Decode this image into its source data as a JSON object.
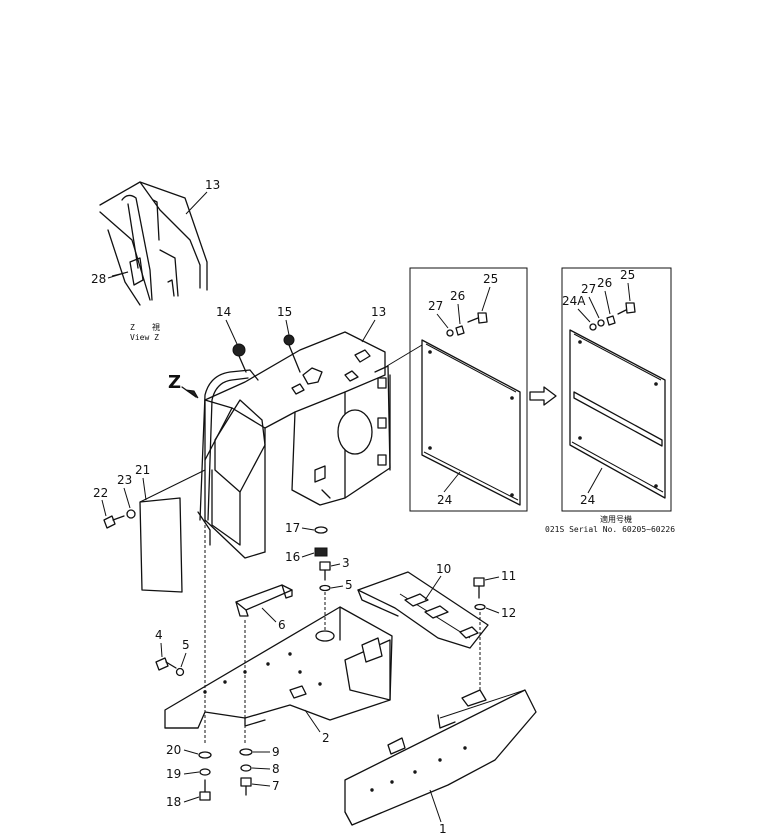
{
  "diagram": {
    "view_label_z": "Z",
    "view_label_cn": "視",
    "view_label_en": "View Z",
    "view_arrow_letter": "Z",
    "serial_cn": "適用号機",
    "serial_text": "021S  Serial No. 60205~60226",
    "part_numbers": {
      "p1": "1",
      "p2": "2",
      "p3": "3",
      "p4": "4",
      "p5a": "5",
      "p5b": "5",
      "p6": "6",
      "p7": "7",
      "p8": "8",
      "p9": "9",
      "p10": "10",
      "p11": "11",
      "p12": "12",
      "p13a": "13",
      "p13b": "13",
      "p14": "14",
      "p15": "15",
      "p16": "16",
      "p17": "17",
      "p18": "18",
      "p19": "19",
      "p20": "20",
      "p21": "21",
      "p22": "22",
      "p23": "23",
      "p24a": "24",
      "p24b": "24",
      "p24A": "24A",
      "p25a": "25",
      "p25b": "25",
      "p26a": "26",
      "p26b": "26",
      "p27a": "27",
      "p27b": "27",
      "p28": "28"
    }
  }
}
